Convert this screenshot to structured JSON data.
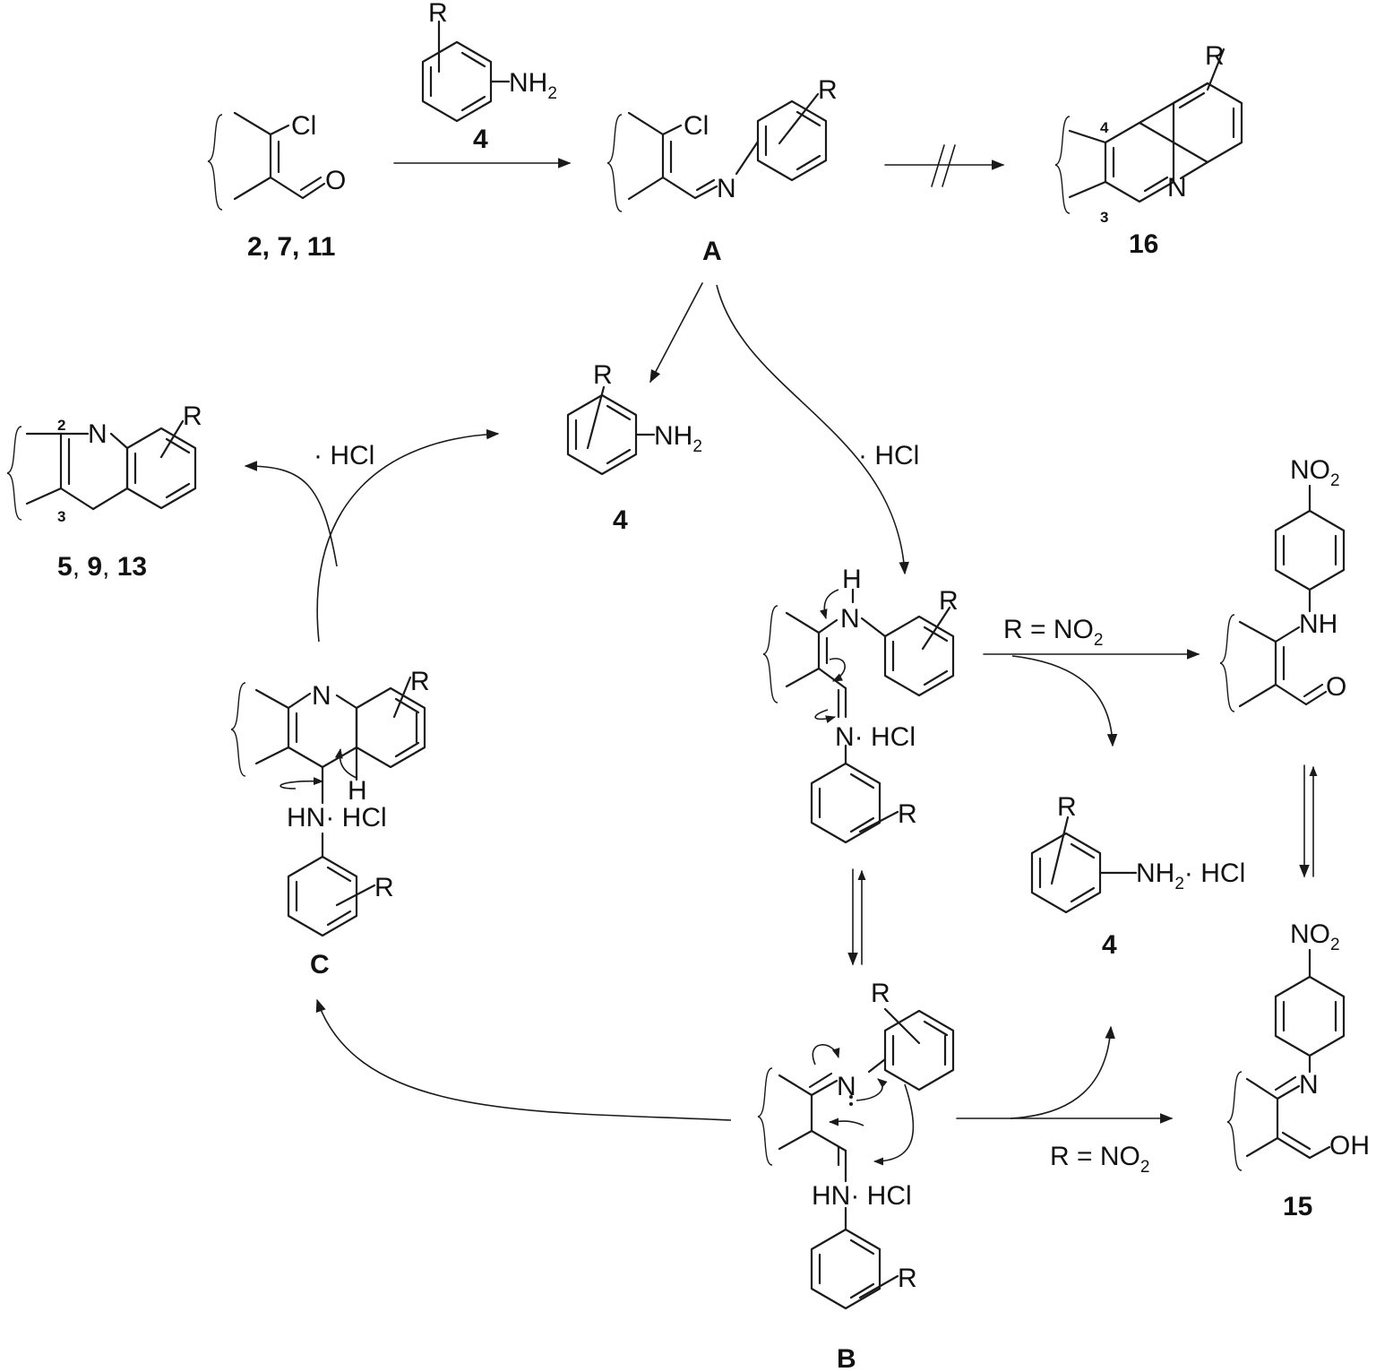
{
  "compounds": {
    "start_aldehyde": {
      "number": "2, 7, 11",
      "substituent": "Cl",
      "carbonyl": "O"
    },
    "aniline_top": {
      "number": "4",
      "group": "NH",
      "sub": "2",
      "substituent": "R"
    },
    "intermediate_A": {
      "label": "A",
      "substituent": "Cl",
      "imine_n": "N",
      "aryl_sub": "R"
    },
    "product_16": {
      "number": "16",
      "ring_n": "N",
      "substituent": "R",
      "pos_4": "4",
      "pos_3": "3"
    },
    "aniline_center": {
      "number": "4",
      "group": "NH",
      "sub": "2",
      "substituent": "R"
    },
    "quinoline_product": {
      "number_a": "5",
      "number_b": "9",
      "number_c": "13",
      "sep": ", ",
      "ring_n": "N",
      "substituent": "R",
      "pos_2": "2",
      "pos_3": "3"
    },
    "intermediate_C": {
      "label": "C",
      "ring_n": "N",
      "substituent": "R",
      "h": "H",
      "hn_hcl": "HN· HCl",
      "aryl_sub": "R"
    },
    "enamine_imine": {
      "h": "H",
      "n": "N",
      "substituent": "R",
      "n_hcl": "N· HCl",
      "aryl_sub": "R"
    },
    "nitro_enamine": {
      "no": "NO",
      "sub": "2",
      "nh": "NH",
      "carbonyl": "O"
    },
    "aniline_hcl": {
      "number": "4",
      "group": "NH",
      "sub": "2",
      "salt": "· HCl",
      "substituent": "R"
    },
    "intermediate_B": {
      "label": "B",
      "n": "N",
      "substituent": "R",
      "hn_hcl": "HN· HCl",
      "aryl_sub": "R"
    },
    "product_15": {
      "number": "15",
      "no": "NO",
      "sub": "2",
      "n": "N",
      "oh": "OH"
    }
  },
  "conditions": {
    "hcl_right": "· HCl",
    "hcl_left": "· HCl",
    "r_no2_top": {
      "text": "R = NO",
      "sub": "2"
    },
    "r_no2_bottom": {
      "text": "R = NO",
      "sub": "2"
    }
  }
}
